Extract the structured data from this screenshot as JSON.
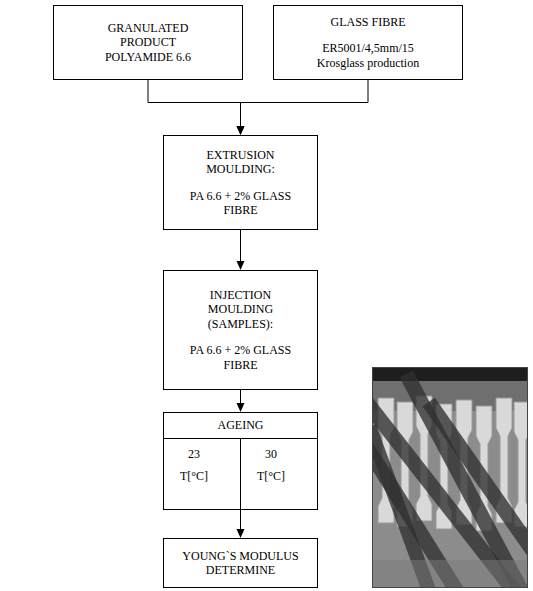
{
  "diagram": {
    "nodes": [
      {
        "text": [
          "GRANULATED PRODUCT POLYAMIDE 6.6"
        ]
      },
      {
        "text": [
          "GLASS FIBRE",
          "ER5001/4,5mm/15 Krosglass production"
        ]
      },
      {
        "text": [
          "EXTRUSION MOULDING:",
          "PA 6.6 + 2% GLASS FIBRE"
        ]
      },
      {
        "text": [
          "INJECTION MOULDING (SAMPLES):",
          "PA 6.6 + 2% GLASS FIBRE"
        ]
      },
      {
        "text": [
          "AGEING"
        ]
      },
      {
        "text": [
          "23",
          "T[°C]"
        ],
        "in": 4
      },
      {
        "text": [
          "30",
          "T[°C]"
        ],
        "in": 4
      },
      {
        "text": [
          "YOUNG`S MODULUS DETERMINE"
        ]
      }
    ],
    "edges": [
      {
        "from": 0,
        "to": 2,
        "arrow": "to"
      },
      {
        "from": 1,
        "to": 2,
        "arrow": "to"
      },
      {
        "from": 2,
        "to": 3,
        "arrow": "to"
      },
      {
        "from": 3,
        "to": 4,
        "arrow": "to"
      },
      {
        "from": 4,
        "to": 7,
        "arrow": "to"
      }
    ]
  }
}
